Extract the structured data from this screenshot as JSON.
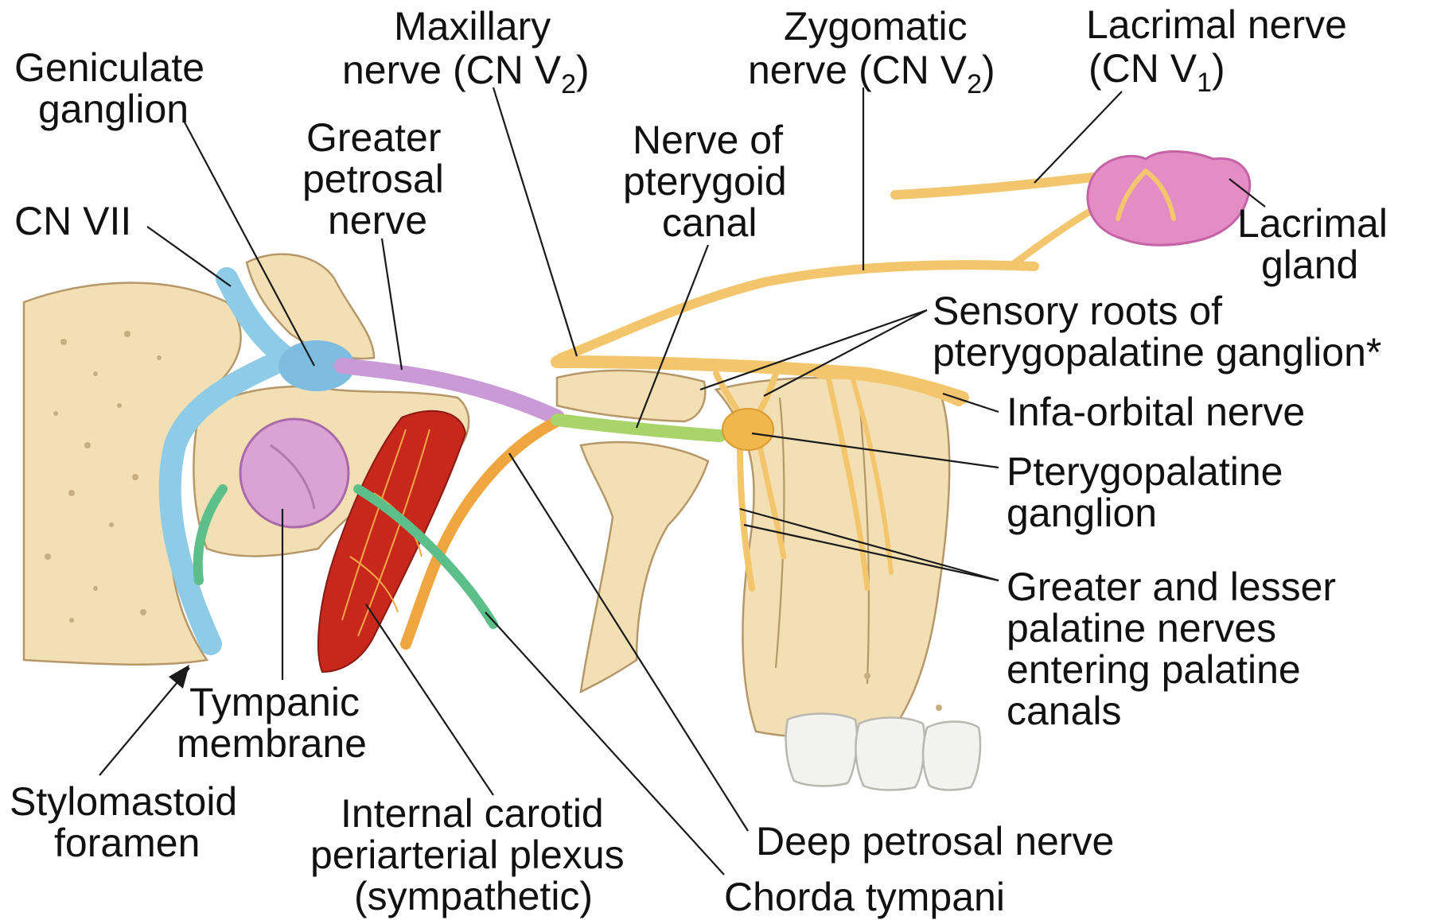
{
  "labels": {
    "geniculate_1": "Geniculate",
    "geniculate_2": "ganglion",
    "maxillary_1": "Maxillary",
    "maxillary_2": "nerve (CN V",
    "maxillary_sub": "2",
    "maxillary_close": ")",
    "zygomatic_1": "Zygomatic",
    "zygomatic_2": "nerve (CN V",
    "zygomatic_sub": "2",
    "zygomatic_close": ")",
    "lacrimal_nerve_1": "Lacrimal nerve",
    "lacrimal_nerve_2": "(CN V",
    "lacrimal_nerve_sub": "1",
    "lacrimal_nerve_close": ")",
    "greater_petrosal_1": "Greater",
    "greater_petrosal_2": "petrosal",
    "greater_petrosal_3": "nerve",
    "pterygoid_canal_1": "Nerve of",
    "pterygoid_canal_2": "pterygoid",
    "pterygoid_canal_3": "canal",
    "cn7": "CN VII",
    "lacrimal_gland_1": "Lacrimal",
    "lacrimal_gland_2": "gland",
    "sensory_roots_1": "Sensory roots of",
    "sensory_roots_2": "pterygopalatine ganglion*",
    "infraorbital": "Infa-orbital nerve",
    "ptg_ganglion_1": "Pterygopalatine",
    "ptg_ganglion_2": "ganglion",
    "palatine_1": "Greater and lesser",
    "palatine_2": "palatine nerves",
    "palatine_3": "entering palatine",
    "palatine_4": "canals",
    "tympanic_1": "Tympanic",
    "tympanic_2": "membrane",
    "stylomastoid_1": "Stylomastoid",
    "stylomastoid_2": "foramen",
    "internal_carotid_1": "Internal carotid",
    "internal_carotid_2": "periarterial plexus",
    "internal_carotid_3": "(sympathetic)",
    "deep_petrosal": "Deep petrosal nerve",
    "chorda_tympani": "Chorda tympani"
  },
  "colors": {
    "facial_nerve": "#8ecbe6",
    "greater_petrosal_nerve": "#c99ad6",
    "pterygoid_canal_nerve": "#a8d46a",
    "deep_petrosal_nerve": "#f0a640",
    "chorda_tympani": "#5cbf8a",
    "maxillary_branches": "#f3c66e",
    "lacrimal_gland": "#e48cc4",
    "tympanic_membrane": "#d9a3d4",
    "internal_carotid_artery": "#c8281c",
    "bone": "#f3dfb4",
    "teeth": "#f2f2ee"
  }
}
